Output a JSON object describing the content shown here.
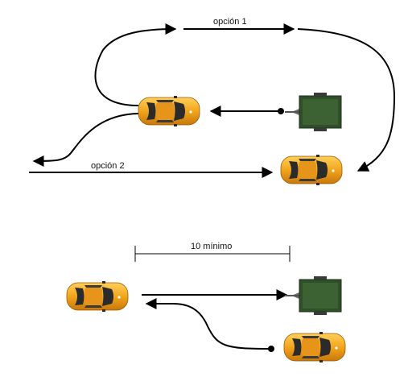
{
  "labels": {
    "option1": "opción 1",
    "option2": "opción 2",
    "minimum": "10 mínimo"
  },
  "colors": {
    "car_body": "#f2a51c",
    "car_glass": "#2b2b2b",
    "trailer": "#2f4f2a",
    "line": "#000000"
  }
}
